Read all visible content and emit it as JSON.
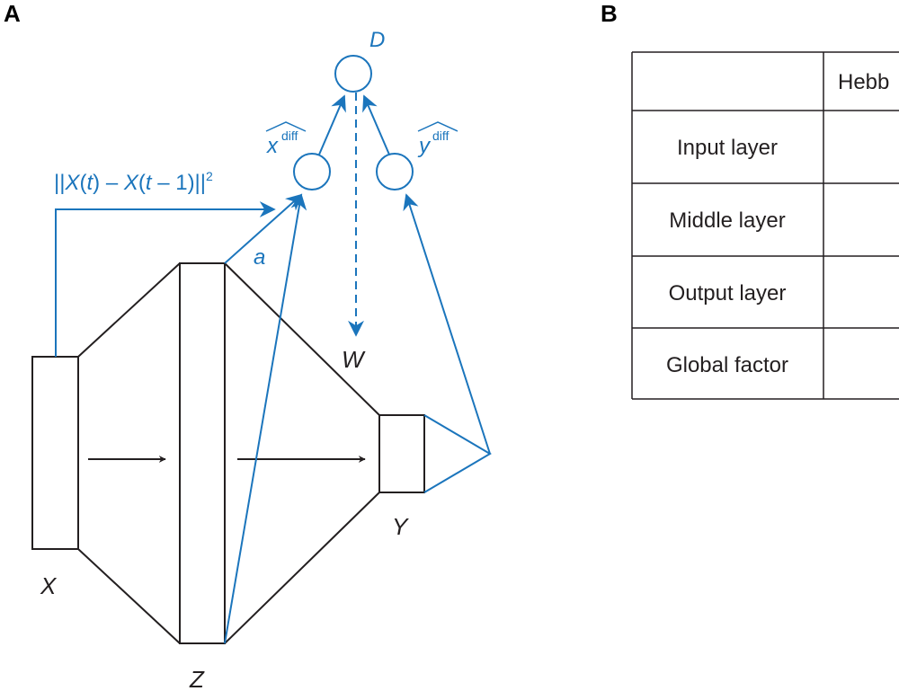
{
  "panels": {
    "a": "A",
    "b": "B"
  },
  "colors": {
    "accent": "#1b75bc",
    "ink": "#231f20"
  },
  "diagram": {
    "layers": {
      "x": "X",
      "z": "Z",
      "y": "Y"
    },
    "weights": {
      "w": "W",
      "a": "a"
    },
    "global_node": "D",
    "x_diff": {
      "base": "x",
      "sup": "diff"
    },
    "y_diff": {
      "base": "y",
      "sup": "diff"
    },
    "formula": {
      "p1": "||",
      "x1": "X",
      "p2": "(",
      "t1": "t",
      "p3": ") – ",
      "x2": "X",
      "p4": "(",
      "t2": "t",
      "p5": " – 1)||",
      "sup": "2"
    }
  },
  "table": {
    "header": [
      "",
      "Hebb"
    ],
    "rows": [
      "Input layer",
      "Middle layer",
      "Output layer",
      "Global factor"
    ]
  }
}
